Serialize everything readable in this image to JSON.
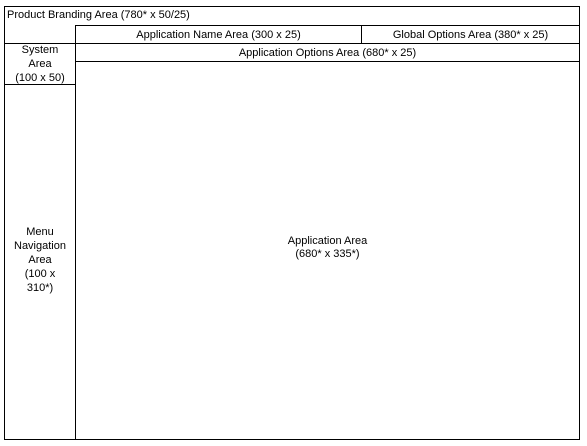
{
  "diagram": {
    "product_branding": "Product Branding Area  (780* x 50/25)",
    "application_name": "Application Name Area (300 x 25)",
    "global_options": "Global Options Area (380* x 25)",
    "system_area": "System\nArea\n(100 x 50)",
    "application_options": "Application Options Area (680* x 25)",
    "menu_navigation": "Menu\nNavigation\nArea\n(100 x\n310*)",
    "application_area": "Application Area\n(680* x 335*)"
  }
}
